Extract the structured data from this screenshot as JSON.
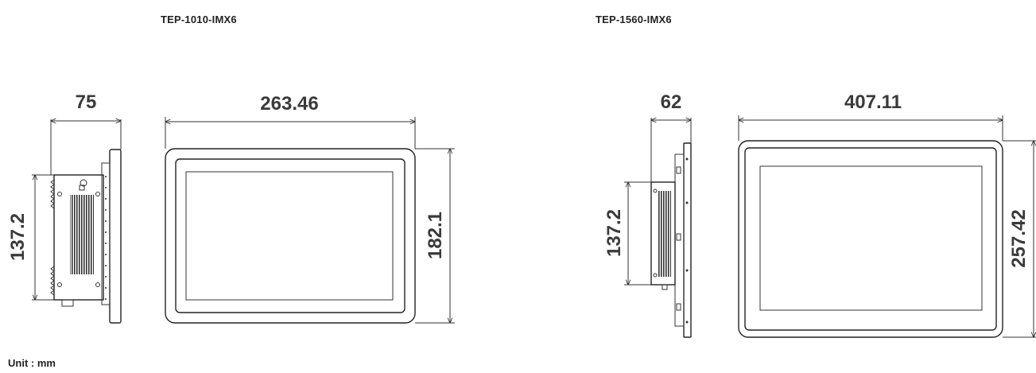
{
  "models": [
    {
      "name": "TEP-1010-IMX6",
      "dimensions": {
        "depth": "75",
        "width": "263.46",
        "height_side": "137.2",
        "height_front": "182.1"
      }
    },
    {
      "name": "TEP-1560-IMX6",
      "dimensions": {
        "depth": "62",
        "width": "407.11",
        "height_side": "137.2",
        "height_front": "257.42"
      }
    }
  ],
  "unit_label": "Unit : mm",
  "colors": {
    "line": "#333333",
    "text": "#3a3a3a",
    "background": "#ffffff"
  }
}
